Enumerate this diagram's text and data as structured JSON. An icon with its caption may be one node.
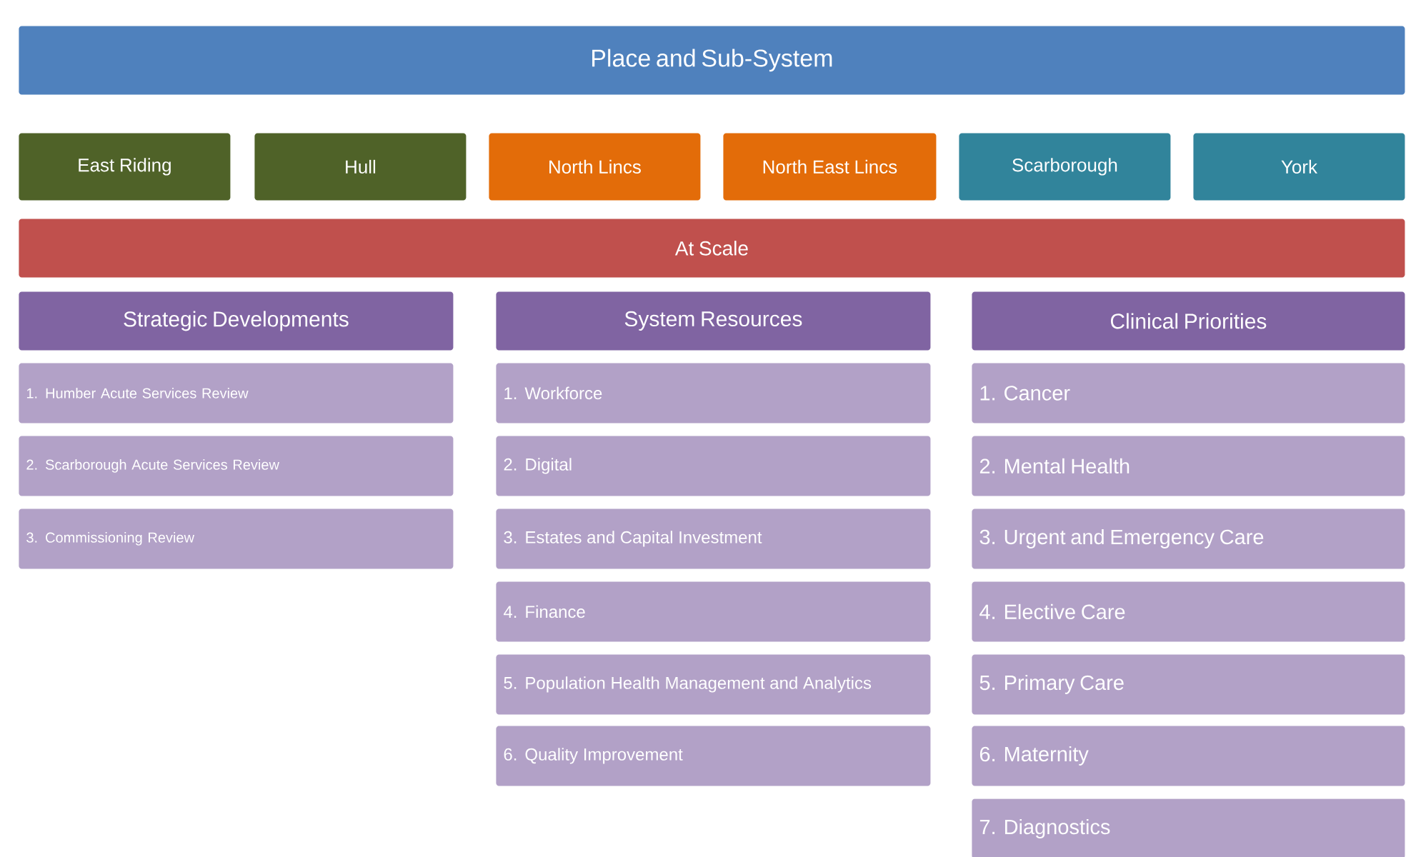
{
  "diagram": {
    "nodes": [
      {
        "text": [
          "Place and Sub-System"
        ]
      },
      {
        "text": [
          "East Riding"
        ]
      },
      {
        "text": [
          "Hull"
        ]
      },
      {
        "text": [
          "North Lincs"
        ]
      },
      {
        "text": [
          "North East Lincs"
        ]
      },
      {
        "text": [
          "Scarborough"
        ]
      },
      {
        "text": [
          "York"
        ]
      },
      {
        "text": [
          "At Scale"
        ]
      },
      {
        "text": [
          "Strategic Developments"
        ]
      },
      {
        "text": [
          "1. Humber Acute Services Review"
        ]
      },
      {
        "text": [
          "2. Scarborough Acute Services Review"
        ]
      },
      {
        "text": [
          "3. Commissioning Review"
        ]
      },
      {
        "text": [
          "System Resources"
        ]
      },
      {
        "text": [
          "1. Workforce"
        ]
      },
      {
        "text": [
          "2. Digital"
        ]
      },
      {
        "text": [
          "3. Estates and Capital Investment"
        ]
      },
      {
        "text": [
          "4. Finance"
        ]
      },
      {
        "text": [
          "5. Population Health Management and Analytics"
        ]
      },
      {
        "text": [
          "6. Quality Improvement"
        ]
      },
      {
        "text": [
          "Clinical Priorities"
        ]
      },
      {
        "text": [
          "1. Cancer"
        ]
      },
      {
        "text": [
          "2. Mental Health"
        ]
      },
      {
        "text": [
          "3. Urgent and Emergency Care"
        ]
      },
      {
        "text": [
          "4. Elective Care"
        ]
      },
      {
        "text": [
          "5. Primary Care"
        ]
      },
      {
        "text": [
          "6. Maternity"
        ]
      },
      {
        "text": [
          "7. Diagnostics"
        ]
      }
    ]
  }
}
